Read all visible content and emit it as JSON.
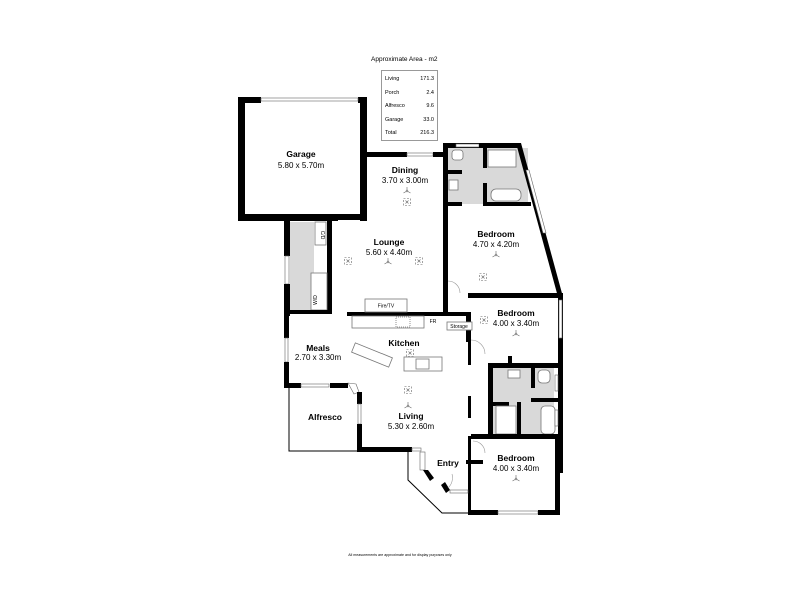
{
  "area_table": {
    "title": "Approximate Area - m2",
    "rows": [
      {
        "label": "Living",
        "value": "171.3"
      },
      {
        "label": "Porch",
        "value": "2.4"
      },
      {
        "label": "Alfresco",
        "value": "9.6"
      },
      {
        "label": "Garage",
        "value": "33.0"
      },
      {
        "label": "Total",
        "value": "216.3"
      }
    ]
  },
  "rooms": {
    "garage": {
      "name": "Garage",
      "dims": "5.80 x 5.70m"
    },
    "dining": {
      "name": "Dining",
      "dims": "3.70 x 3.00m"
    },
    "lounge": {
      "name": "Lounge",
      "dims": "5.60 x 4.40m"
    },
    "bedroom_master": {
      "name": "Bedroom",
      "dims": "4.70 x 4.20m"
    },
    "bedroom_2": {
      "name": "Bedroom",
      "dims": "4.00 x 3.40m"
    },
    "bedroom_3": {
      "name": "Bedroom",
      "dims": "4.00 x 3.40m"
    },
    "meals": {
      "name": "Meals",
      "dims": "2.70 x 3.30m"
    },
    "kitchen": {
      "name": "Kitchen",
      "dims": ""
    },
    "living": {
      "name": "Living",
      "dims": "5.30 x 2.60m"
    },
    "alfresco": {
      "name": "Alfresco",
      "dims": ""
    },
    "entry": {
      "name": "Entry",
      "dims": ""
    }
  },
  "fixtures": {
    "fire_tv": "Fire/TV",
    "fridge": "FR",
    "storage": "Storage",
    "cupboard": "C/D",
    "washer_dryer": "W/D"
  },
  "footer": "All measurements are approximate and for display purposes only"
}
